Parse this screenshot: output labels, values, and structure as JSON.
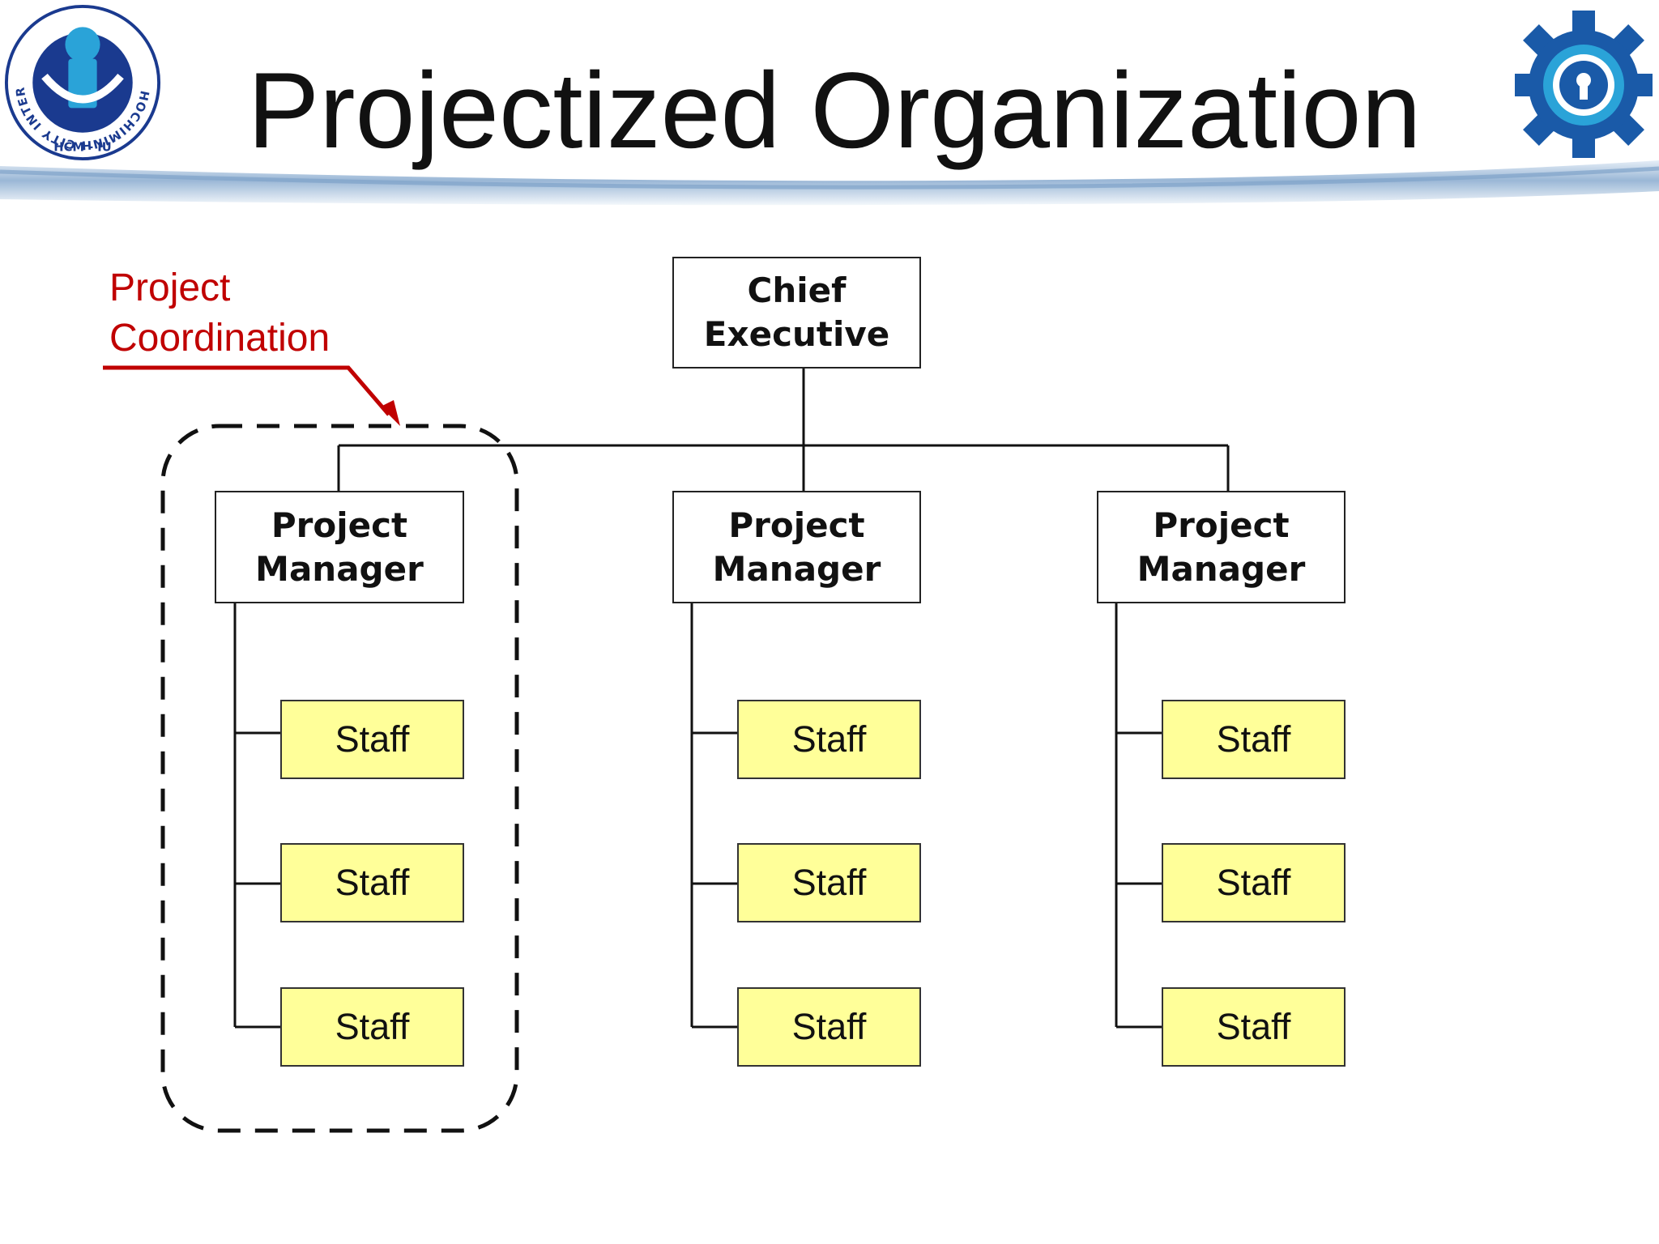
{
  "slide": {
    "title": "Projectized Organization",
    "brand_colors": {
      "band": "#9ab7d6",
      "navy": "#1a3a8f",
      "cyan": "#2aa3d8",
      "staff_fill": "#ffff99",
      "annotation": "#c00000"
    },
    "logos": {
      "left": {
        "icon": "university-seal-icon",
        "ring_text": "HOCHIMINH CITY INTERNATIONAL UNIVERSITY",
        "bottom_text": "HCM - IU"
      },
      "right": {
        "icon": "gear-keyhole-icon"
      }
    }
  },
  "org_chart": {
    "chief": "Chief\nExecutive",
    "annotation": "Project\nCoordination",
    "projects": [
      {
        "manager": "Project\nManager",
        "staff": [
          "Staff",
          "Staff",
          "Staff"
        ]
      },
      {
        "manager": "Project\nManager",
        "staff": [
          "Staff",
          "Staff",
          "Staff"
        ]
      },
      {
        "manager": "Project\nManager",
        "staff": [
          "Staff",
          "Staff",
          "Staff"
        ]
      }
    ]
  }
}
